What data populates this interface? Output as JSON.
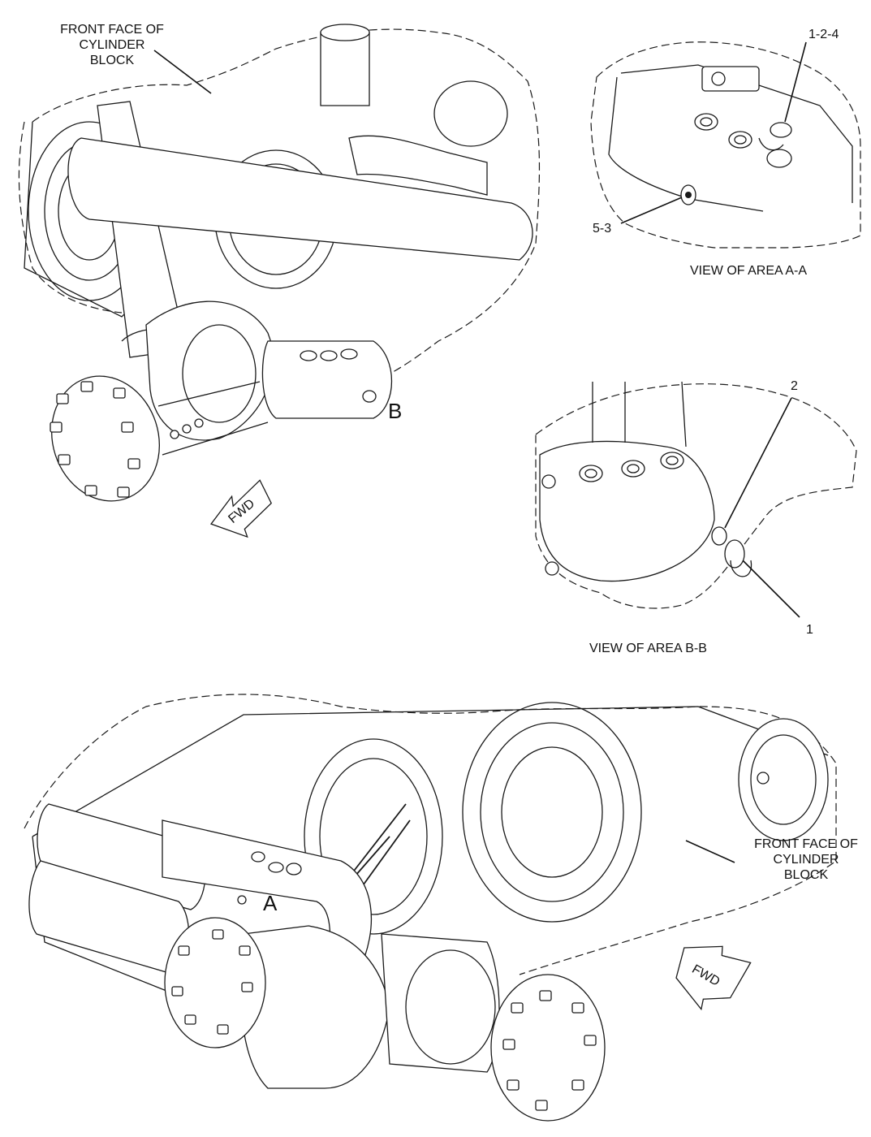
{
  "upper_view": {
    "front_face_label": [
      "FRONT FACE OF",
      "CYLINDER",
      "BLOCK"
    ],
    "area_marker": "B",
    "fwd_label": "FWD"
  },
  "view_a": {
    "callouts": [
      "1-2-4",
      "5-3"
    ],
    "caption": "VIEW OF AREA  A-A"
  },
  "view_b": {
    "callouts": [
      "2",
      "1"
    ],
    "caption": "VIEW OF AREA  B-B"
  },
  "lower_view": {
    "area_marker": "A",
    "front_face_label": [
      "FRONT FACE OF",
      "CYLINDER",
      "BLOCK"
    ],
    "fwd_label": "FWD"
  }
}
